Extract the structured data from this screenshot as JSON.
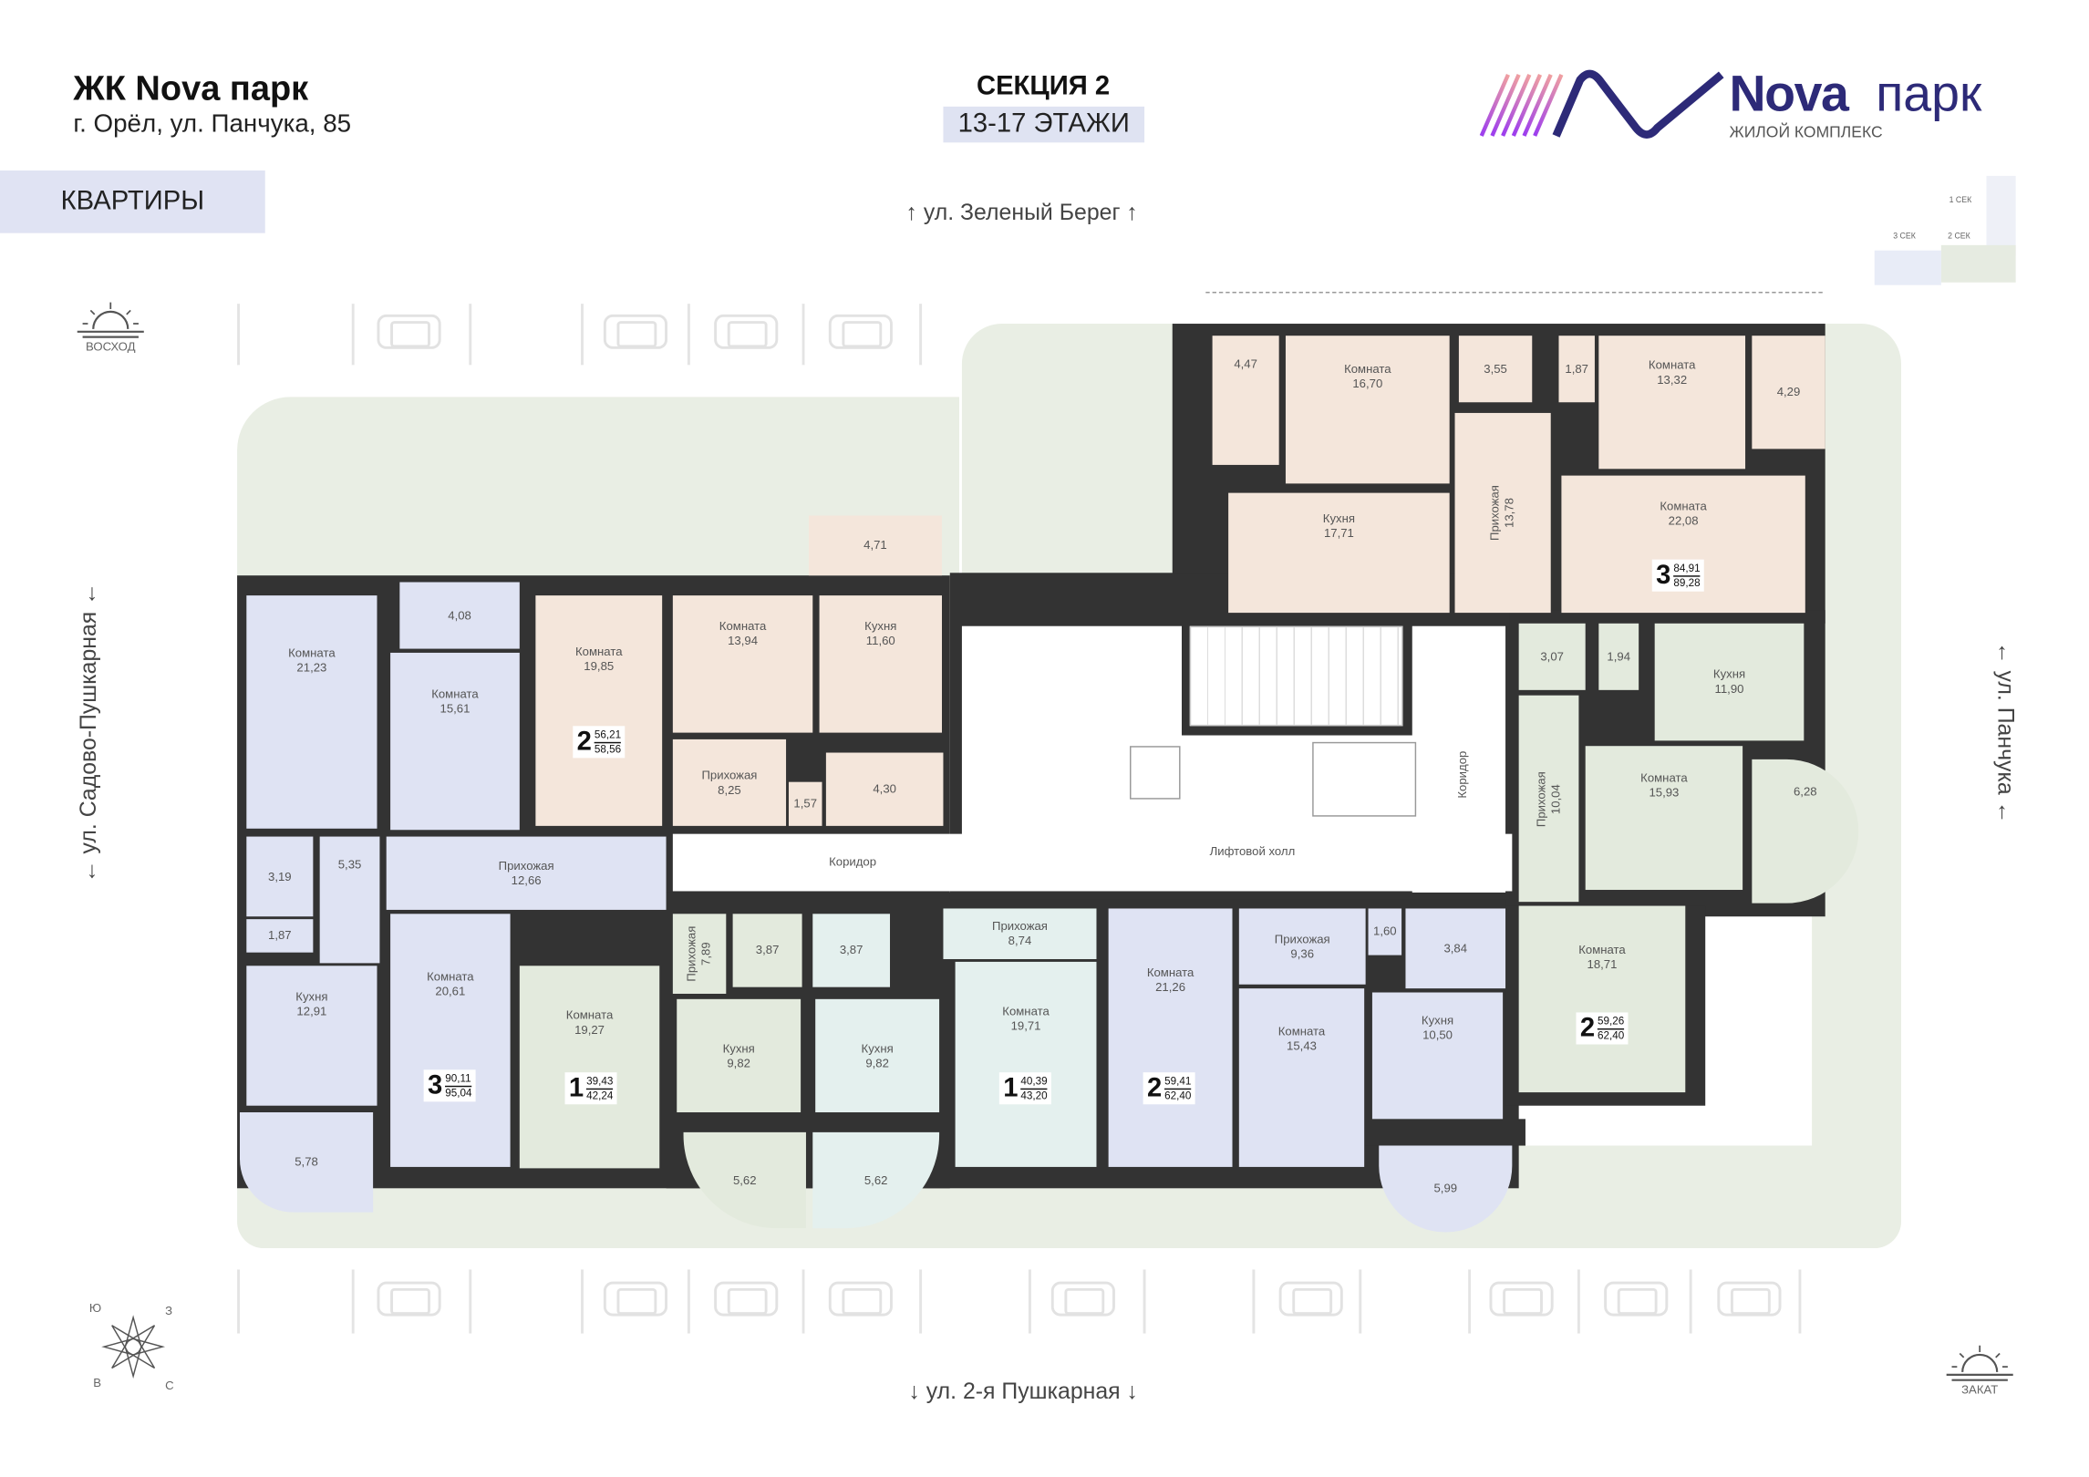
{
  "header": {
    "title": "ЖК Nova парк",
    "address": "г. Орёл, ул. Панчука, 85",
    "nav_button": "КВАРТИРЫ",
    "section": "СЕКЦИЯ 2",
    "floors": "13-17 ЭТАЖИ"
  },
  "logo": {
    "name_a": "Nova",
    "name_b": "парк",
    "tagline": "ЖИЛОЙ КОМПЛЕКС",
    "color": "#2d2a78"
  },
  "minimap": {
    "labels": [
      "1 СЕК",
      "2 СЕК",
      "3 СЕК"
    ]
  },
  "streets": {
    "top": "ул. Зеленый Берег",
    "bottom": "ул. 2-я Пушкарная",
    "left": "ул. Садово-Пушкарная",
    "right": "ул. Панчука"
  },
  "sun": {
    "sunrise": "ВОСХОД",
    "sunset": "ЗАКАТ"
  },
  "compass": {
    "s": "Ю",
    "w": "З",
    "e": "В",
    "n": "С"
  },
  "core": {
    "corridor": "Коридор",
    "lift_hall": "Лифтовой холл",
    "corridor_vertical": "Коридор"
  },
  "apartments": [
    {
      "rooms_count": "3",
      "living_area": "90,11",
      "total_area": "95,04",
      "color": "#dfe3f3",
      "rooms": [
        {
          "name": "Комната",
          "area": "21,23"
        },
        {
          "name": "Комната",
          "area": "15,61"
        },
        {
          "name": "",
          "area": "4,08"
        },
        {
          "name": "Прихожая",
          "area": "12,66"
        },
        {
          "name": "",
          "area": "3,19"
        },
        {
          "name": "",
          "area": "1,87"
        },
        {
          "name": "",
          "area": "5,35"
        },
        {
          "name": "Кухня",
          "area": "12,91"
        },
        {
          "name": "",
          "area": "5,78"
        },
        {
          "name": "Комната",
          "area": "20,61"
        }
      ]
    },
    {
      "rooms_count": "2",
      "living_area": "56,21",
      "total_area": "58,56",
      "color": "#f4e6db",
      "rooms": [
        {
          "name": "Комната",
          "area": "19,85"
        },
        {
          "name": "Комната",
          "area": "13,94"
        },
        {
          "name": "Кухня",
          "area": "11,60"
        },
        {
          "name": "",
          "area": "4,71"
        },
        {
          "name": "Прихожая",
          "area": "8,25"
        },
        {
          "name": "",
          "area": "1,57"
        },
        {
          "name": "",
          "area": "4,30"
        }
      ]
    },
    {
      "rooms_count": "1",
      "living_area": "39,43",
      "total_area": "42,24",
      "color": "#e3eadd",
      "rooms": [
        {
          "name": "Комната",
          "area": "19,27"
        },
        {
          "name": "Прихожая",
          "area": "7,89"
        },
        {
          "name": "",
          "area": "3,87"
        },
        {
          "name": "Кухня",
          "area": "9,82"
        },
        {
          "name": "",
          "area": "5,62"
        }
      ]
    },
    {
      "rooms_count": "1",
      "living_area": "40,39",
      "total_area": "43,20",
      "color": "#e4f0ee",
      "rooms": [
        {
          "name": "",
          "area": "3,87"
        },
        {
          "name": "Кухня",
          "area": "9,82"
        },
        {
          "name": "",
          "area": "5,62"
        },
        {
          "name": "Прихожая",
          "area": "8,74"
        },
        {
          "name": "Комната",
          "area": "19,71"
        }
      ]
    },
    {
      "rooms_count": "2",
      "living_area": "59,41",
      "total_area": "62,40",
      "color": "#dfe3f3",
      "rooms": [
        {
          "name": "Комната",
          "area": "21,26"
        },
        {
          "name": "Прихожая",
          "area": "9,36"
        },
        {
          "name": "Комната",
          "area": "15,43"
        },
        {
          "name": "",
          "area": "1,60"
        },
        {
          "name": "",
          "area": "3,84"
        },
        {
          "name": "Кухня",
          "area": "10,50"
        },
        {
          "name": "",
          "area": "5,99"
        }
      ]
    },
    {
      "rooms_count": "2",
      "living_area": "59,26",
      "total_area": "62,40",
      "color": "#e3eadd",
      "rooms": [
        {
          "name": "",
          "area": "3,07"
        },
        {
          "name": "",
          "area": "1,94"
        },
        {
          "name": "Кухня",
          "area": "11,90"
        },
        {
          "name": "Прихожая",
          "area": "10,04"
        },
        {
          "name": "Комната",
          "area": "15,93"
        },
        {
          "name": "",
          "area": "6,28"
        },
        {
          "name": "Комната",
          "area": "18,71"
        }
      ]
    },
    {
      "rooms_count": "3",
      "living_area": "84,91",
      "total_area": "89,28",
      "color": "#f4e6db",
      "rooms": [
        {
          "name": "",
          "area": "4,47"
        },
        {
          "name": "Комната",
          "area": "16,70"
        },
        {
          "name": "",
          "area": "3,55"
        },
        {
          "name": "",
          "area": "1,87"
        },
        {
          "name": "Комната",
          "area": "13,32"
        },
        {
          "name": "",
          "area": "4,29"
        },
        {
          "name": "Кухня",
          "area": "17,71"
        },
        {
          "name": "Прихожая",
          "area": "13,78"
        },
        {
          "name": "Комната",
          "area": "22,08"
        }
      ]
    }
  ]
}
